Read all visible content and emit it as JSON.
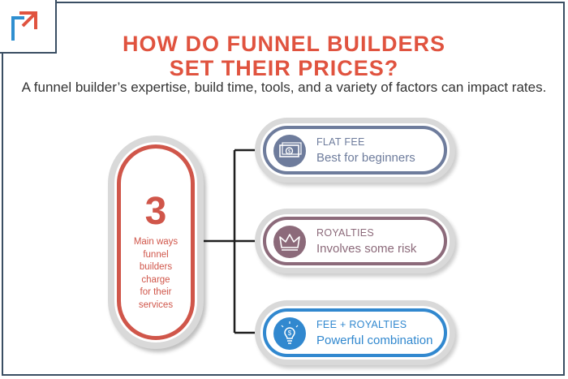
{
  "header": {
    "title_line1": "HOW DO FUNNEL BUILDERS",
    "title_line2": "SET THEIR PRICES?",
    "subtitle": "A funnel builder’s expertise, build time, tools, and a variety of factors can impact rates."
  },
  "center": {
    "number": "3",
    "lines": [
      "Main ways",
      "funnel",
      "builders",
      "charge",
      "for their",
      "services"
    ]
  },
  "options": [
    {
      "label": "FLAT FEE",
      "description": "Best for beginners",
      "icon": "money-bill-icon",
      "color": "#6e7c9c"
    },
    {
      "label": "ROYALTIES",
      "description": "Involves some risk",
      "icon": "crown-icon",
      "color": "#8c6a7a"
    },
    {
      "label": "FEE + ROYALTIES",
      "description": "Powerful combination",
      "icon": "lightbulb-icon",
      "color": "#3188cf"
    }
  ],
  "colors": {
    "accent": "#d0564a",
    "title": "#e0533f",
    "logo_blue": "#2f8fd0",
    "logo_orange": "#e0533f",
    "frame": "#3a4e63"
  }
}
